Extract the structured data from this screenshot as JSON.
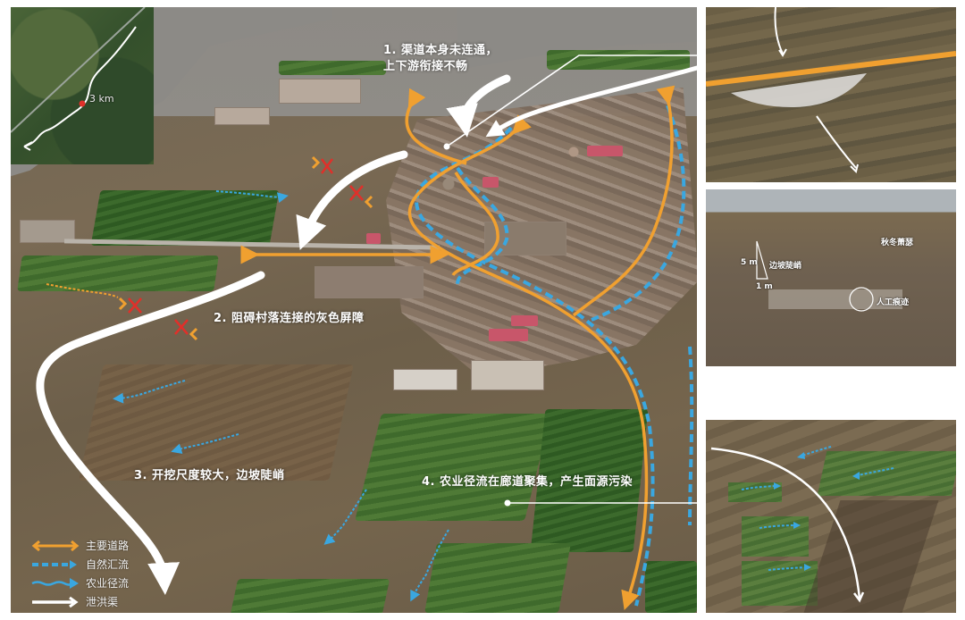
{
  "inset_map": {
    "distance_label": "3 km"
  },
  "annotations": [
    {
      "id": 1,
      "line1": "1. 渠道本身未连通，",
      "line2": "上下游衔接不畅"
    },
    {
      "id": 2,
      "text": "2. 阻碍村落连接的灰色屏障"
    },
    {
      "id": 3,
      "text": "3. 开挖尺度较大，边坡陡峭"
    },
    {
      "id": 4,
      "text": "4. 农业径流在廊道聚集，产生面源污染"
    }
  ],
  "legend": {
    "items": [
      {
        "label": "主要道路",
        "symbol": "orange-double-arrow",
        "color": "#f0a030"
      },
      {
        "label": "自然汇流",
        "symbol": "blue-dashed-arrow",
        "color": "#3aa7e0"
      },
      {
        "label": "农业径流",
        "symbol": "blue-wavy-arrow",
        "color": "#3aa7e0"
      },
      {
        "label": "泄洪渠",
        "symbol": "white-arrow",
        "color": "#ffffff"
      }
    ]
  },
  "photo_mid": {
    "height_label": "5 m",
    "width_label": "1 m",
    "slope_label": "边坡陡峭",
    "season_label": "秋冬萧瑟",
    "trace_label": "人工痕迹"
  },
  "colors": {
    "road": "#f0a030",
    "natural_flow": "#3aa7e0",
    "flood_channel": "#ffffff",
    "blocked_mark": "#e0302a"
  }
}
